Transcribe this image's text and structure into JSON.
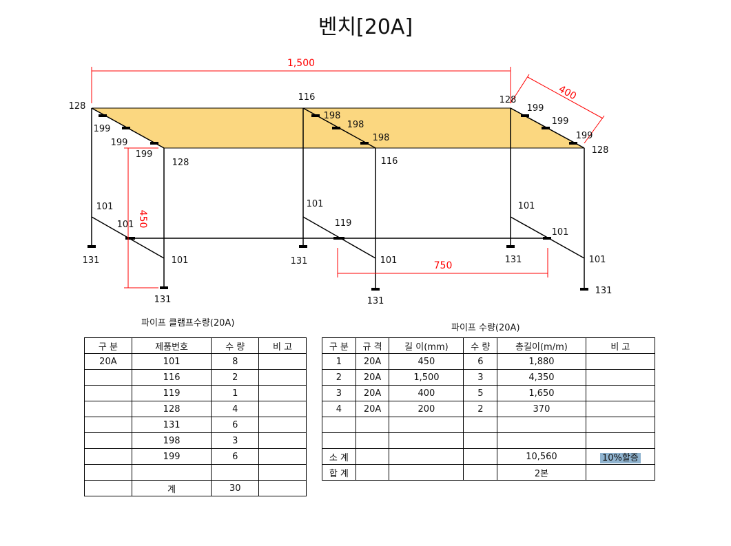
{
  "title": "벤치[20A]",
  "diagram": {
    "dimensions": {
      "length": "1,500",
      "depth": "400",
      "height": "450",
      "span": "750"
    },
    "labels": [
      "128",
      "116",
      "128",
      "199",
      "199",
      "199",
      "128",
      "198",
      "198",
      "198",
      "116",
      "199",
      "199",
      "199",
      "128",
      "101",
      "101",
      "131",
      "101",
      "101",
      "119",
      "131",
      "101",
      "131",
      "101",
      "101",
      "131",
      "101",
      "131",
      "131"
    ],
    "colors": {
      "top_fill": "#fbd780",
      "dimension": "#ff0000"
    }
  },
  "clamp_table": {
    "caption": "파이프 클램프수량(20A)",
    "headers": [
      "구 분",
      "제품번호",
      "수 량",
      "비 고"
    ],
    "rows": [
      [
        "20A",
        "101",
        "8",
        ""
      ],
      [
        "",
        "116",
        "2",
        ""
      ],
      [
        "",
        "119",
        "1",
        ""
      ],
      [
        "",
        "128",
        "4",
        ""
      ],
      [
        "",
        "131",
        "6",
        ""
      ],
      [
        "",
        "198",
        "3",
        ""
      ],
      [
        "",
        "199",
        "6",
        ""
      ],
      [
        "",
        "",
        "",
        ""
      ],
      [
        "",
        "계",
        "30",
        ""
      ]
    ]
  },
  "pipe_table": {
    "caption": "파이프 수량(20A)",
    "headers": [
      "구 분",
      "규 격",
      "길 이(mm)",
      "수 량",
      "총길이(m/m)",
      "비 고"
    ],
    "rows": [
      [
        "1",
        "20A",
        "450",
        "6",
        "1,880",
        ""
      ],
      [
        "2",
        "20A",
        "1,500",
        "3",
        "4,350",
        ""
      ],
      [
        "3",
        "20A",
        "400",
        "5",
        "1,650",
        ""
      ],
      [
        "4",
        "20A",
        "200",
        "2",
        "370",
        ""
      ],
      [
        "",
        "",
        "",
        "",
        "",
        ""
      ],
      [
        "",
        "",
        "",
        "",
        "",
        ""
      ],
      [
        "소 계",
        "",
        "",
        "",
        "10,560",
        "10%할증"
      ],
      [
        "합 계",
        "",
        "",
        "",
        "2본",
        ""
      ]
    ]
  }
}
